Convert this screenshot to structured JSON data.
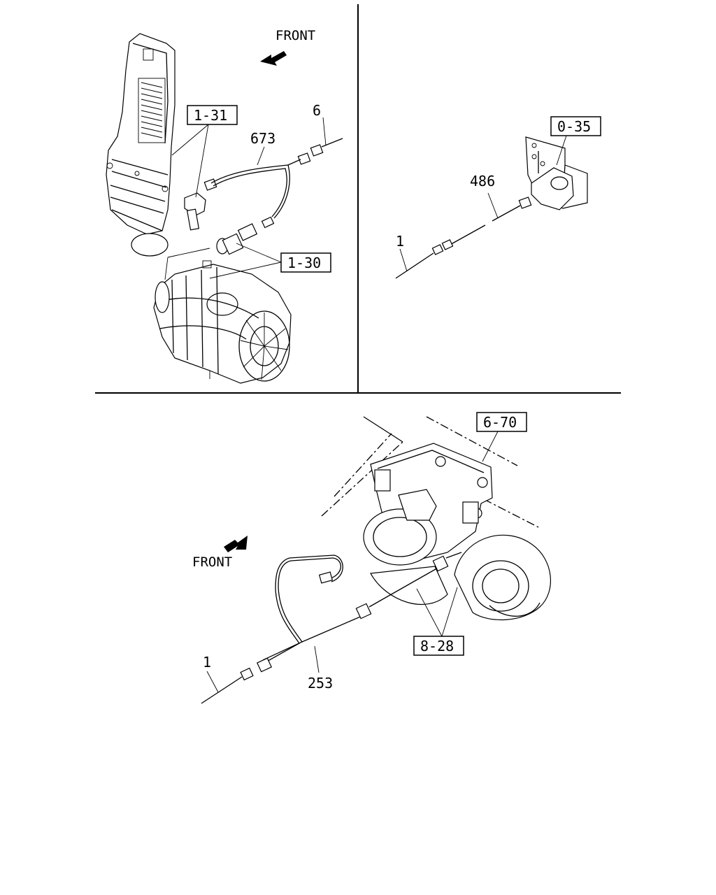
{
  "diagram": {
    "panel_top_left": {
      "front_label": "FRONT",
      "callouts": [
        "1-31",
        "1-30"
      ],
      "part_numbers": [
        "673",
        "6"
      ]
    },
    "panel_top_right": {
      "callouts": [
        "0-35"
      ],
      "part_numbers": [
        "486",
        "1"
      ]
    },
    "panel_bottom": {
      "front_label": "FRONT",
      "callouts": [
        "6-70",
        "8-28"
      ],
      "part_numbers": [
        "1",
        "253"
      ]
    }
  }
}
